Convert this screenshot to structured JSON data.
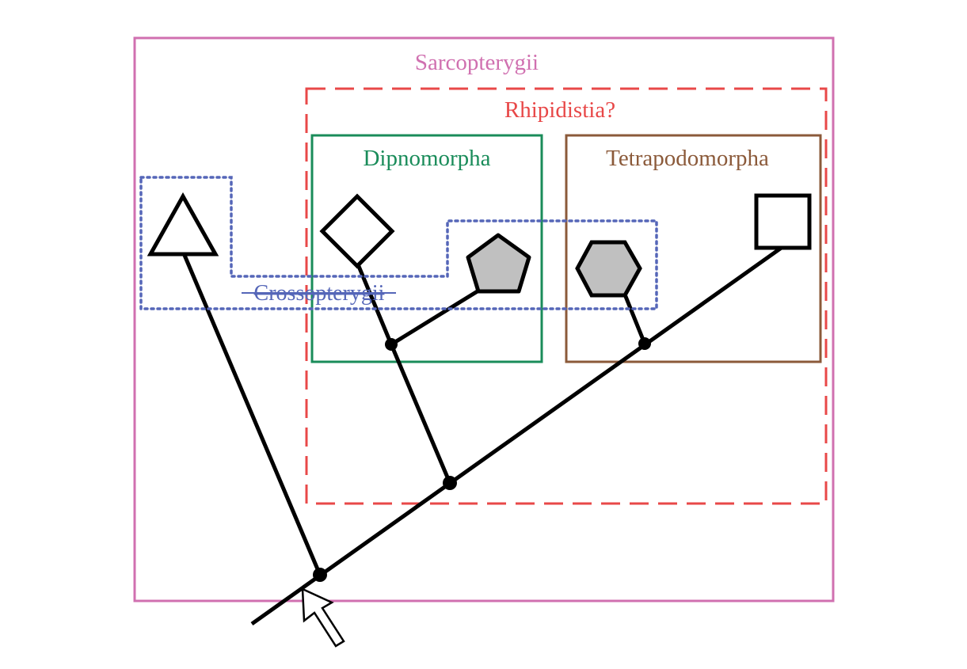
{
  "diagram": {
    "title": "Sarcopterygii cladogram",
    "groups": [
      {
        "id": "sarcopterygii",
        "label": "Sarcopterygii",
        "color": "#d070b0",
        "style": "solid"
      },
      {
        "id": "rhipidistia",
        "label": "Rhipidistia?",
        "color": "#e84848",
        "style": "dashed"
      },
      {
        "id": "dipnomorpha",
        "label": "Dipnomorpha",
        "color": "#1a8c5a",
        "style": "solid"
      },
      {
        "id": "tetrapodomorpha",
        "label": "Tetrapodomorpha",
        "color": "#8b5a3a",
        "style": "solid"
      },
      {
        "id": "crossopterygii",
        "label": "Crossopterygii",
        "color": "#5566b8",
        "style": "dotted",
        "strikethrough": true
      }
    ],
    "taxa": [
      {
        "shape": "triangle",
        "fill": "#ffffff"
      },
      {
        "shape": "diamond",
        "fill": "#ffffff"
      },
      {
        "shape": "pentagon",
        "fill": "#c0c0c0"
      },
      {
        "shape": "hexagon",
        "fill": "#c0c0c0"
      },
      {
        "shape": "square",
        "fill": "#ffffff"
      }
    ],
    "pointer": "arrow-cursor"
  }
}
